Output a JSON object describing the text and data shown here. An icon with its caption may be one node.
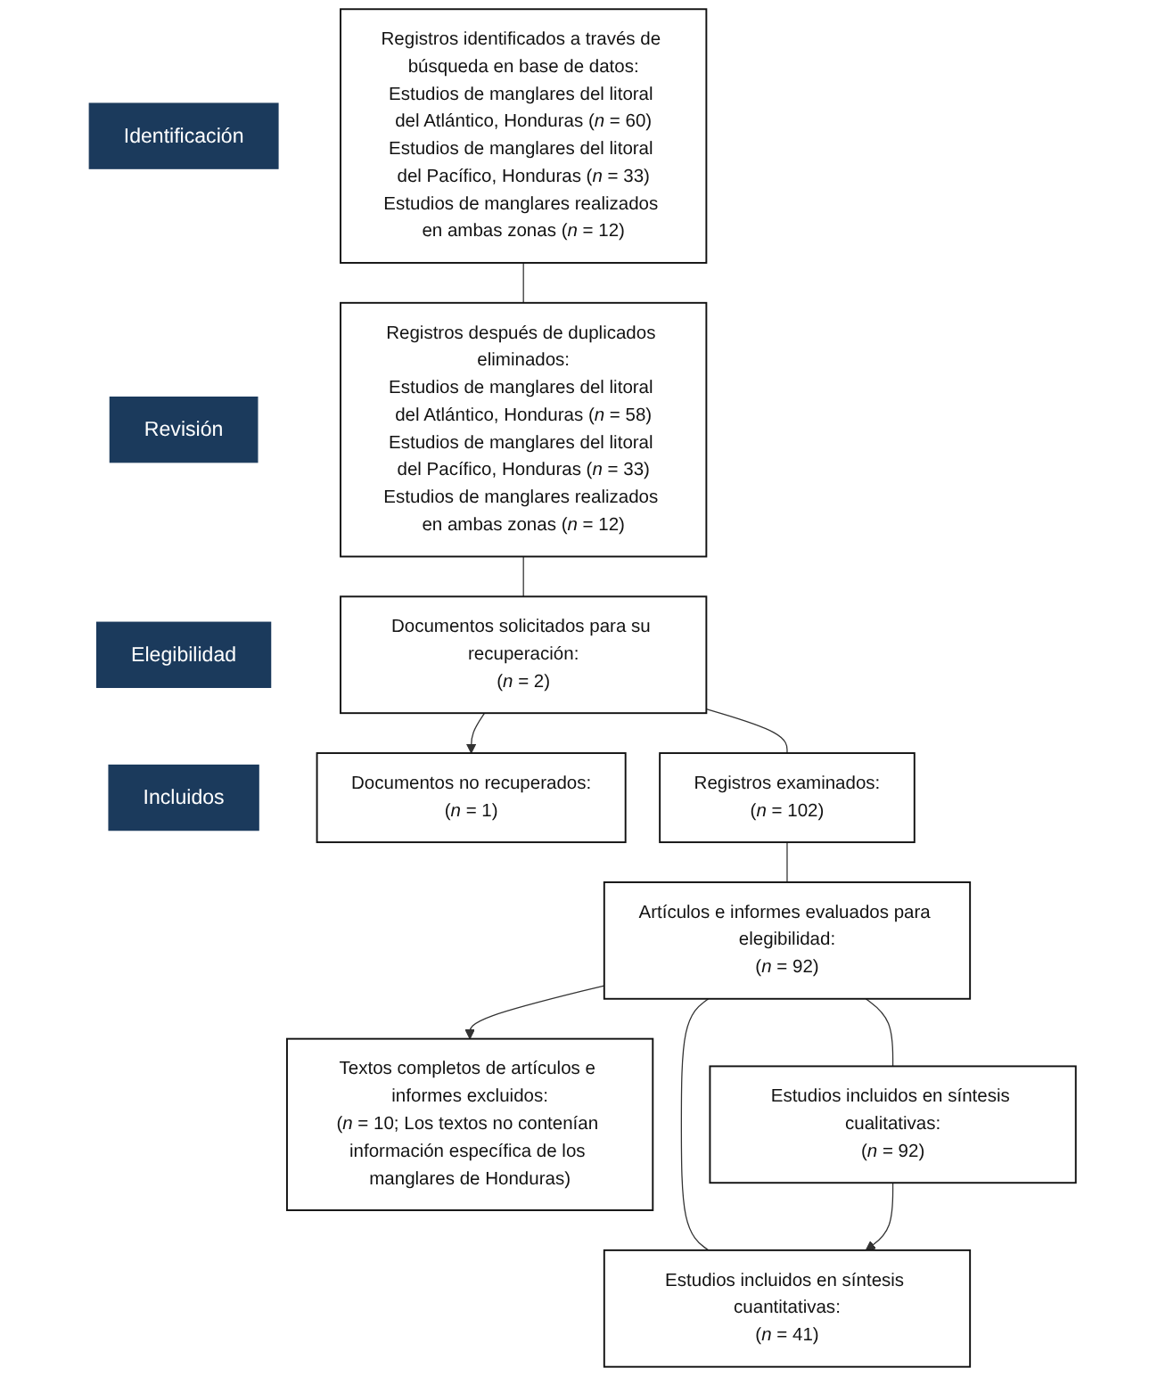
{
  "diagram": {
    "nodes": [
      {
        "text": [
          "Identificación"
        ]
      },
      {
        "text": [
          "Revisión"
        ]
      },
      {
        "text": [
          "Elegibilidad"
        ]
      },
      {
        "text": [
          "Incluidos"
        ]
      },
      {
        "text": [
          "Registros identificados a través de búsqueda en base de datos:",
          "Estudios de manglares del litoral del Atlántico, Honduras (*n* = 60)",
          "Estudios de manglares del litoral del Pacífico, Honduras (*n* = 33)",
          "Estudios de manglares realizados en ambas zonas (*n* = 12)"
        ]
      },
      {
        "text": [
          "Registros después de duplicados eliminados:",
          "Estudios de manglares del litoral del Atlántico, Honduras (*n* = 58)",
          "Estudios de manglares del litoral del Pacífico, Honduras (*n* = 33)",
          "Estudios de manglares realizados en ambas zonas (*n* = 12)"
        ]
      },
      {
        "text": [
          "Documentos solicitados para su recuperación:",
          "(*n* = 2)"
        ]
      },
      {
        "text": [
          "Documentos no recuperados:",
          "(*n* = 1)"
        ]
      },
      {
        "text": [
          "Registros examinados:",
          "(*n* = 102)"
        ]
      },
      {
        "text": [
          "Textos completos de artículos e informes excluidos:",
          "(*n* = 10; Los textos no contenían información específica de los manglares de Honduras)"
        ]
      },
      {
        "text": [
          "Artículos e informes evaluados para elegibilidad:",
          "(*n* = 92)"
        ]
      },
      {
        "text": [
          "Estudios incluidos en síntesis cualitativas:",
          "(*n* = 92)"
        ]
      },
      {
        "text": [
          "Estudios incluidos en síntesis cuantitativas:",
          "(*n* = 41)"
        ]
      }
    ],
    "edges": [
      {
        "from": 4,
        "to": 5,
        "arrow": "none"
      },
      {
        "from": 5,
        "to": 6,
        "arrow": "none"
      },
      {
        "from": 6,
        "to": 7,
        "arrow": "to"
      },
      {
        "from": 6,
        "to": 8,
        "arrow": "none"
      },
      {
        "from": 8,
        "to": 10,
        "arrow": "none"
      },
      {
        "from": 10,
        "to": 9,
        "arrow": "to"
      },
      {
        "from": 10,
        "to": 11,
        "arrow": "none"
      },
      {
        "from": 10,
        "to": 12,
        "arrow": "none"
      },
      {
        "from": 11,
        "to": 12,
        "arrow": "to"
      }
    ]
  }
}
